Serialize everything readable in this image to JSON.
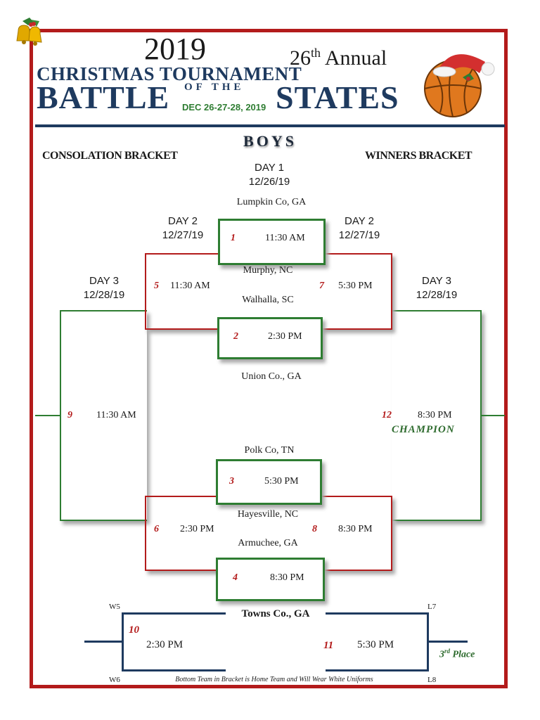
{
  "header": {
    "year": "2019",
    "annual_num": "26",
    "annual_sup": "th",
    "annual_word": "Annual",
    "christmas": "CHRISTMAS TOURNAMENT",
    "battle": "BATTLE",
    "of_the": "OF THE",
    "states": "STATES",
    "dates": "DEC 26-27-28, 2019"
  },
  "division": "BOYS",
  "consolation_label": "CONSOLATION BRACKET",
  "winners_label": "WINNERS BRACKET",
  "days": {
    "day1": "DAY 1",
    "day1_date": "12/26/19",
    "day2": "DAY 2",
    "day2_date": "12/27/19",
    "day3": "DAY 3",
    "day3_date": "12/28/19"
  },
  "teams": {
    "t1": "Lumpkin Co, GA",
    "t2": "Murphy, NC",
    "t3": "Walhalla, SC",
    "t4": "Union Co., GA",
    "t5": "Polk Co, TN",
    "t6": "Hayesville, NC",
    "t7": "Armuchee, GA",
    "t8": "Towns Co., GA"
  },
  "games": {
    "g1": {
      "num": "1",
      "time": "11:30 AM"
    },
    "g2": {
      "num": "2",
      "time": "2:30 PM"
    },
    "g3": {
      "num": "3",
      "time": "5:30 PM"
    },
    "g4": {
      "num": "4",
      "time": "8:30 PM"
    },
    "g5": {
      "num": "5",
      "time": "11:30 AM"
    },
    "g6": {
      "num": "6",
      "time": "2:30 PM"
    },
    "g7": {
      "num": "7",
      "time": "5:30 PM"
    },
    "g8": {
      "num": "8",
      "time": "8:30 PM"
    },
    "g9": {
      "num": "9",
      "time": "11:30 AM"
    },
    "g10": {
      "num": "10",
      "time": "2:30 PM"
    },
    "g11": {
      "num": "11",
      "time": "5:30 PM"
    },
    "g12": {
      "num": "12",
      "time": "8:30 PM"
    }
  },
  "champion": "CHAMPION",
  "third_place": {
    "num": "3",
    "sup": "rd",
    "word": "Place"
  },
  "markers": {
    "w5": "W5",
    "w6": "W6",
    "l7": "L7",
    "l8": "L8"
  },
  "footer_note": "Bottom Team in Bracket is Home Team and Will Wear White Uniforms",
  "colors": {
    "red": "#b31b1b",
    "green": "#2e7d32",
    "navy": "#1e3a5f"
  },
  "icons": [
    "christmas-bells-icon",
    "basketball-santa-hat-icon"
  ]
}
